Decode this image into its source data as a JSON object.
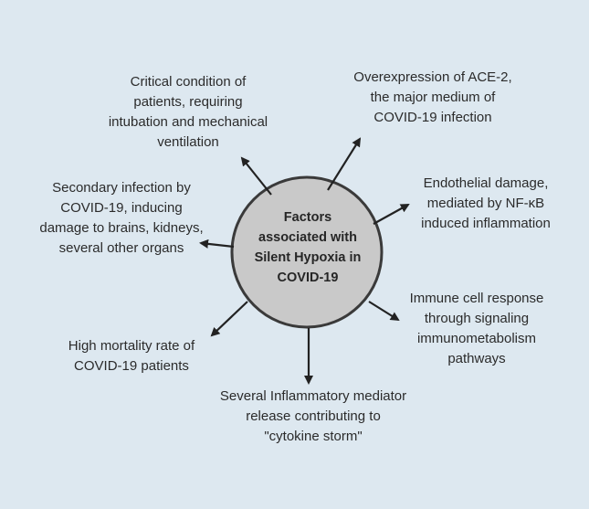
{
  "center": {
    "lines": [
      "Factors",
      "associated with",
      "Silent  Hypoxia in",
      "COVID-19"
    ]
  },
  "factors": {
    "critical_condition": {
      "lines": [
        "Critical condition of",
        "patients, requiring",
        "intubation and mechanical",
        "ventilation"
      ]
    },
    "ace2": {
      "lines": [
        "Overexpression of ACE-2,",
        "the major medium of",
        "COVID-19 infection"
      ]
    },
    "endothelial": {
      "lines": [
        "Endothelial damage,",
        "mediated by NF-κB",
        "induced inflammation"
      ]
    },
    "secondary_infection": {
      "lines": [
        "Secondary infection by",
        "COVID-19, inducing",
        "damage to brains, kidneys,",
        "several other organs"
      ]
    },
    "immune_response": {
      "lines": [
        "Immune cell response",
        "through signaling",
        "immunometabolism",
        "pathways"
      ]
    },
    "mortality": {
      "lines": [
        "High mortality rate of",
        "COVID-19 patients"
      ]
    },
    "cytokine_storm": {
      "lines": [
        "Several Inflammatory mediator",
        "release contributing to",
        "\"cytokine storm\""
      ]
    }
  },
  "colors": {
    "background": "#dde8f0",
    "circle_fill": "#c9c9c9",
    "circle_stroke": "#3a3a3a",
    "arrow": "#222222",
    "text": "#2b2b2b"
  }
}
